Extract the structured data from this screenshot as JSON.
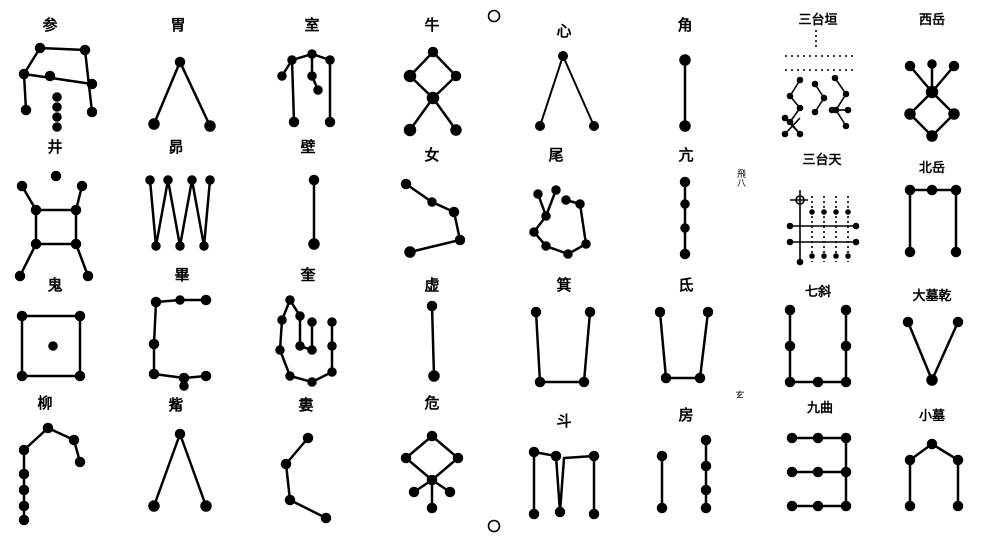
{
  "figure": {
    "marginal_notes": [
      "飛八",
      "𤣥"
    ]
  },
  "constellations": [
    {
      "label": "参",
      "row": 0,
      "col": 0
    },
    {
      "label": "胃",
      "row": 0,
      "col": 1
    },
    {
      "label": "室",
      "row": 0,
      "col": 2
    },
    {
      "label": "牛",
      "row": 0,
      "col": 3
    },
    {
      "label": "心",
      "row": 0,
      "col": 4
    },
    {
      "label": "角",
      "row": 0,
      "col": 5
    },
    {
      "label": "三台垣",
      "row": 0,
      "col": 6
    },
    {
      "label": "西岳",
      "row": 0,
      "col": 7
    },
    {
      "label": "井",
      "row": 1,
      "col": 0
    },
    {
      "label": "昴",
      "row": 1,
      "col": 1
    },
    {
      "label": "壁",
      "row": 1,
      "col": 2
    },
    {
      "label": "女",
      "row": 1,
      "col": 3
    },
    {
      "label": "尾",
      "row": 1,
      "col": 4
    },
    {
      "label": "亢",
      "row": 1,
      "col": 5
    },
    {
      "label": "三台天",
      "row": 1,
      "col": 6
    },
    {
      "label": "北岳",
      "row": 1,
      "col": 7
    },
    {
      "label": "鬼",
      "row": 2,
      "col": 0
    },
    {
      "label": "畢",
      "row": 2,
      "col": 1
    },
    {
      "label": "奎",
      "row": 2,
      "col": 2
    },
    {
      "label": "虚",
      "row": 2,
      "col": 3
    },
    {
      "label": "箕",
      "row": 2,
      "col": 4
    },
    {
      "label": "氐",
      "row": 2,
      "col": 5
    },
    {
      "label": "七斜",
      "row": 2,
      "col": 6
    },
    {
      "label": "大墓乾",
      "row": 2,
      "col": 7
    },
    {
      "label": "柳",
      "row": 3,
      "col": 0
    },
    {
      "label": "觜",
      "row": 3,
      "col": 1
    },
    {
      "label": "婁",
      "row": 3,
      "col": 2
    },
    {
      "label": "危",
      "row": 3,
      "col": 3
    },
    {
      "label": "斗",
      "row": 3,
      "col": 4
    },
    {
      "label": "房",
      "row": 3,
      "col": 5
    },
    {
      "label": "九曲",
      "row": 3,
      "col": 6
    },
    {
      "label": "小墓",
      "row": 3,
      "col": 7
    }
  ]
}
